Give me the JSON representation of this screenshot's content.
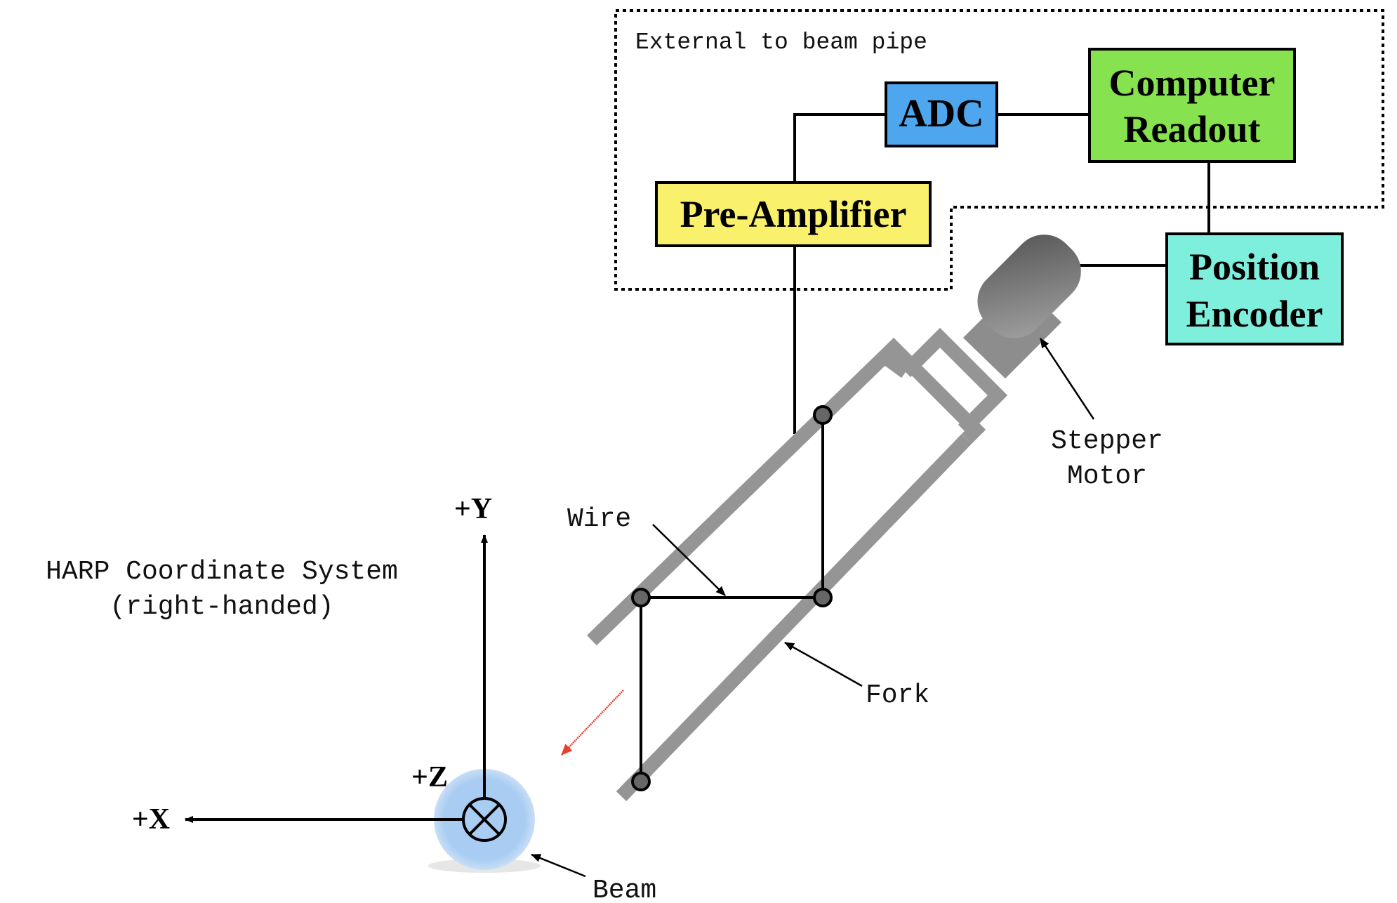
{
  "external_region_label": "External to beam pipe",
  "blocks": {
    "adc": {
      "label": "ADC",
      "color": "#4ea6ef"
    },
    "computer_readout": {
      "line1": "Computer",
      "line2": "Readout",
      "color": "#86e24f"
    },
    "pre_amplifier": {
      "label": "Pre-Amplifier",
      "color": "#f9f06b"
    },
    "position_encoder": {
      "line1": "Position",
      "line2": "Encoder",
      "color": "#7eeedd"
    }
  },
  "labels": {
    "stepper_motor_line1": "Stepper",
    "stepper_motor_line2": "Motor",
    "wire": "Wire",
    "fork": "Fork",
    "beam": "Beam"
  },
  "coordinate_system": {
    "title_line1": "HARP Coordinate System",
    "title_line2": "(right-handed)",
    "axis_x": "+X",
    "axis_y": "+Y",
    "axis_z": "+Z"
  },
  "colors": {
    "fork_gray": "#959595",
    "beam_glow": "#a9cdf2",
    "motion_arrow": "#e8402a"
  }
}
